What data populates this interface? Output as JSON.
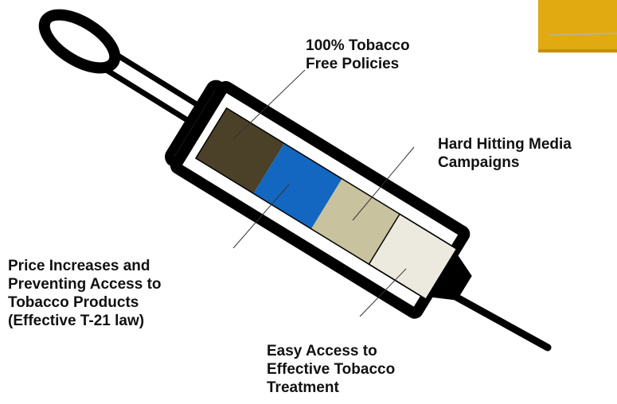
{
  "labels": {
    "policies": [
      "100% Tobacco",
      "Free Policies"
    ],
    "media": [
      "Hard Hitting Media",
      "Campaigns"
    ],
    "price": [
      "Price Increases and",
      "Preventing Access to",
      "Tobacco Products",
      "(Effective T-21 law)"
    ],
    "treatment": [
      "Easy Access to",
      "Effective Tobacco",
      "Treatment"
    ]
  },
  "colors": {
    "segment_policies": "#4a4128",
    "segment_price": "#1367c0",
    "segment_media": "#c8c29e",
    "segment_treatment": "#eceadf",
    "outline": "#000000",
    "corner_accent": "#e0aa10"
  }
}
